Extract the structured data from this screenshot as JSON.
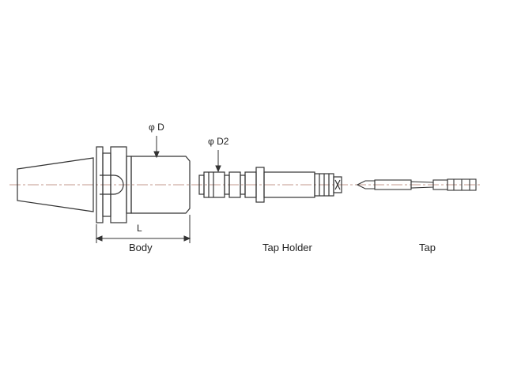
{
  "dimensions": {
    "diameter_d": "φ D",
    "diameter_d2": "φ D2",
    "length_l": "L"
  },
  "parts": {
    "body": "Body",
    "tap_holder": "Tap Holder",
    "tap": "Tap"
  },
  "colors": {
    "line": "#333333",
    "centerline": "#b07a6a",
    "background": "#ffffff"
  }
}
